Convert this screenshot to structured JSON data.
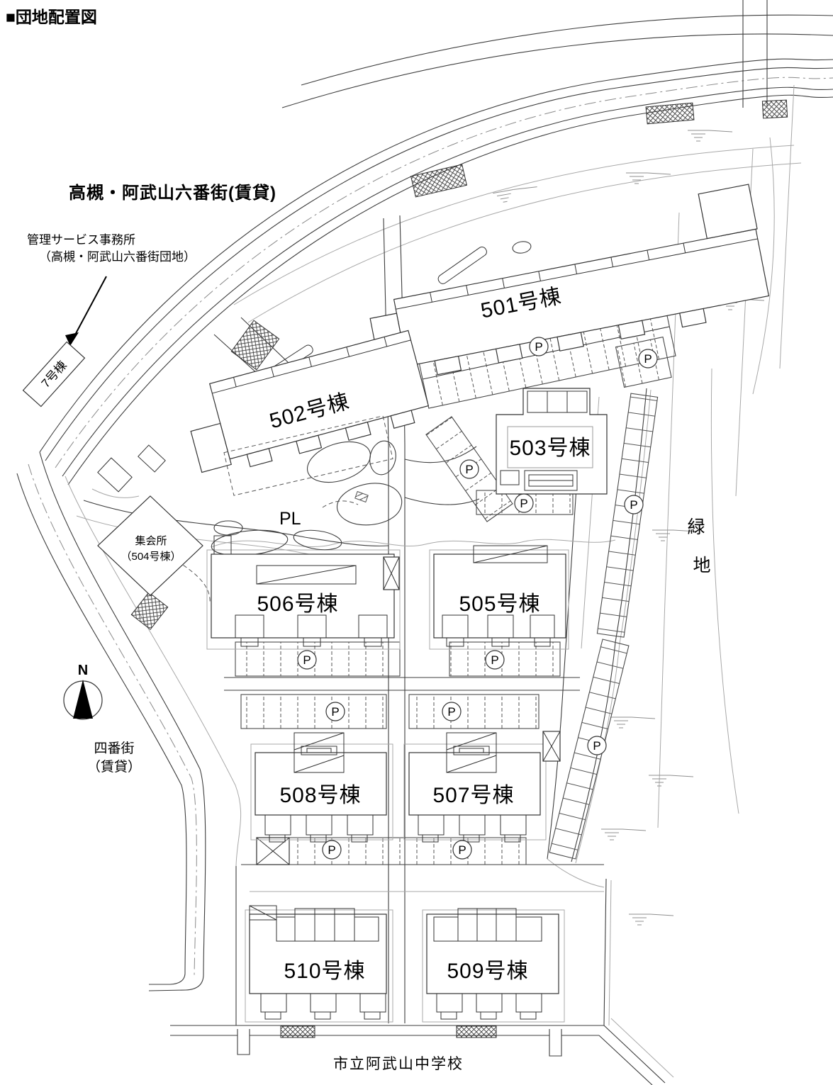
{
  "title": "■団地配置図",
  "complex_name": "高槻・阿武山六番街(賃貸)",
  "office": {
    "line1": "管理サービス事務所",
    "line2": "（高槻・阿武山六番街団地）"
  },
  "labels": {
    "building7": "7号棟",
    "pl": "PL",
    "green1": "緑",
    "green2": "地",
    "north": "N",
    "district4_1": "四番街",
    "district4_2": "（賃貸）",
    "school": "市立阿武山中学校",
    "meeting1": "集会所",
    "meeting2": "（504号棟）",
    "parking": "P"
  },
  "buildings": [
    {
      "id": "501",
      "label": "501号棟"
    },
    {
      "id": "502",
      "label": "502号棟"
    },
    {
      "id": "503",
      "label": "503号棟"
    },
    {
      "id": "505",
      "label": "505号棟"
    },
    {
      "id": "506",
      "label": "506号棟"
    },
    {
      "id": "507",
      "label": "507号棟"
    },
    {
      "id": "508",
      "label": "508号棟"
    },
    {
      "id": "509",
      "label": "509号棟"
    },
    {
      "id": "510",
      "label": "510号棟"
    }
  ],
  "colors": {
    "line": "#3d3d3d",
    "light_line": "#a8a8a8",
    "text": "#000000",
    "background": "#ffffff"
  }
}
